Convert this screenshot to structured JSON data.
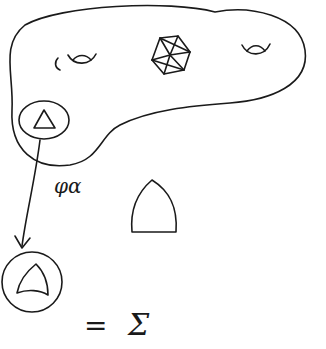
{
  "diagram": {
    "labels": [
      "φα",
      "=",
      "Σ"
    ]
  }
}
